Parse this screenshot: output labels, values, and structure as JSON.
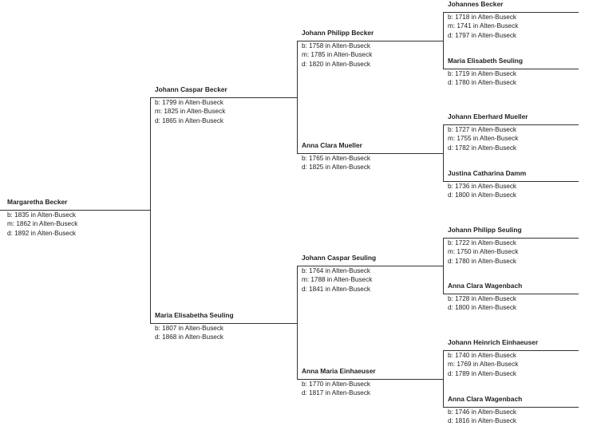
{
  "persons": [
    {
      "name": "Margaretha Becker",
      "facts": [
        "b: 1835 in Alten-Buseck",
        "m: 1862 in Alten-Buseck",
        "d: 1892 in Alten-Buseck"
      ]
    },
    {
      "name": "Johann Caspar Becker",
      "facts": [
        "b: 1799 in Alten-Buseck",
        "m: 1825 in Alten-Buseck",
        "d: 1865 in Alten-Buseck"
      ]
    },
    {
      "name": "Maria Elisabetha Seuling",
      "facts": [
        "b: 1807 in Alten-Buseck",
        "d: 1868 in Alten-Buseck"
      ]
    },
    {
      "name": "Johann Philipp Becker",
      "facts": [
        "b: 1758 in Alten-Buseck",
        "m: 1785 in Alten-Buseck",
        "d: 1820 in Alten-Buseck"
      ]
    },
    {
      "name": "Anna Clara Mueller",
      "facts": [
        "b: 1765 in Alten-Buseck",
        "d: 1825 in Alten-Buseck"
      ]
    },
    {
      "name": "Johann Caspar Seuling",
      "facts": [
        "b: 1764 in Alten-Buseck",
        "m: 1788 in Alten-Buseck",
        "d: 1841 in Alten-Buseck"
      ]
    },
    {
      "name": "Anna Maria Einhaeuser",
      "facts": [
        "b: 1770 in Alten-Buseck",
        "d: 1817 in Alten-Buseck"
      ]
    },
    {
      "name": "Johannes Becker",
      "facts": [
        "b: 1718 in Alten-Buseck",
        "m: 1741 in Alten-Buseck",
        "d: 1797 in Alten-Buseck"
      ]
    },
    {
      "name": "Maria Elisabeth Seuling",
      "facts": [
        "b: 1719 in Alten-Buseck",
        "d: 1780 in Alten-Buseck"
      ]
    },
    {
      "name": "Johann Eberhard Mueller",
      "facts": [
        "b: 1727 in Alten-Buseck",
        "m: 1755 in Alten-Buseck",
        "d: 1782 in Alten-Buseck"
      ]
    },
    {
      "name": "Justina Catharina Damm",
      "facts": [
        "b: 1736 in Alten-Buseck",
        "d: 1800 in Alten-Buseck"
      ]
    },
    {
      "name": "Johann Philipp Seuling",
      "facts": [
        "b: 1722 in Alten-Buseck",
        "m: 1750 in Alten-Buseck",
        "d: 1780 in Alten-Buseck"
      ]
    },
    {
      "name": "Anna Clara Wagenbach",
      "facts": [
        "b: 1728 in Alten-Buseck",
        "d: 1800 in Alten-Buseck"
      ]
    },
    {
      "name": "Johann Heinrich Einhaeuser",
      "facts": [
        "b: 1740 in Alten-Buseck",
        "m: 1769 in Alten-Buseck",
        "d: 1789 in Alten-Buseck"
      ]
    },
    {
      "name": "Anna Clara Wagenbach",
      "facts": [
        "b: 1746 in Alten-Buseck",
        "d: 1816 in Alten-Buseck"
      ]
    }
  ]
}
